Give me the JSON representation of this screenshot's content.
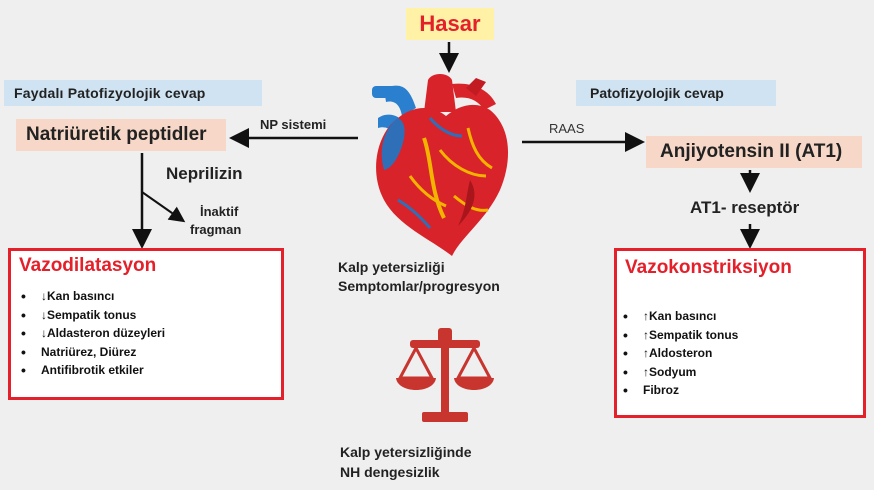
{
  "top": {
    "hasar": "Hasar"
  },
  "left": {
    "header": "Faydalı Patofizyolojik cevap",
    "np_box": "Natriüretik peptidler",
    "np_sistemi": "NP sistemi",
    "neprilizin": "Neprilizin",
    "inaktif_line1": "İnaktif",
    "inaktif_line2": "fragman",
    "box_title": "Vazodilatasyon",
    "items": [
      "↓Kan basıncı",
      "↓Sempatik tonus",
      "↓Aldasteron düzeyleri",
      "Natriürez, Diürez",
      "Antifibrotik etkiler"
    ]
  },
  "right": {
    "header": "Patofizyolojik cevap",
    "raas": "RAAS",
    "at_box": "Anjiyotensin II (AT1)",
    "receptor": "AT1- reseptör",
    "box_title": "Vazokonstriksiyon",
    "items": [
      "↑Kan basıncı",
      "↑Sempatik tonus",
      "↑Aldosteron",
      "↑Sodyum",
      "Fibroz"
    ]
  },
  "center": {
    "heart_line1": "Kalp yetersizliği",
    "heart_line2": "Semptomlar/progresyon",
    "scale_line1": "Kalp yetersizliğinde",
    "scale_line2": "NH dengesizlik"
  },
  "colors": {
    "accent_red": "#e4202a",
    "header_blue": "#cfe3f2",
    "box_peach": "#f7d8c8",
    "hasar_yellow": "#fff2a6",
    "scale_red": "#c7352e"
  }
}
